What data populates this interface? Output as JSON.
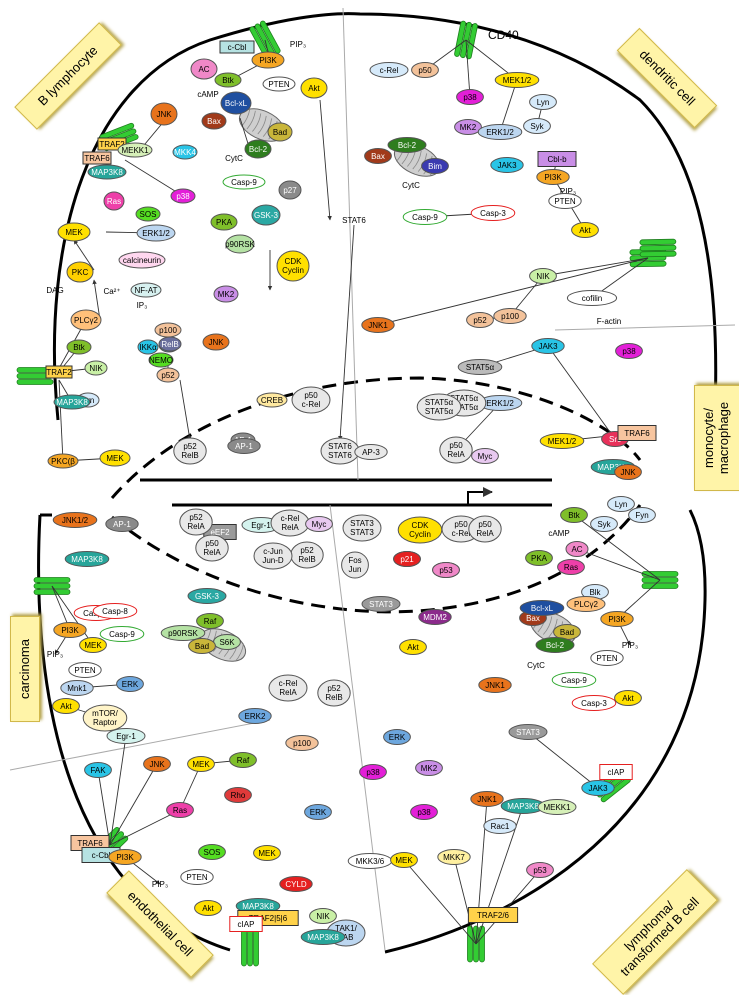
{
  "receptor_label": "CD40",
  "cell_types": {
    "b_lymphocyte": "B lymphocyte",
    "dendritic": "dendritic cell",
    "monocyte": "monocyte/\nmacrophage",
    "carcinoma": "carcinoma",
    "endothelial": "endothelial cell",
    "lymphoma": "lymphoma/\ntransformed B cell"
  },
  "colors": {
    "membrane": "#000000",
    "receptor": "#33cc33",
    "label_bg": "#fff4a8",
    "arrow": "#333333",
    "ref": "#2a3fb3"
  },
  "nodes": [
    {
      "id": "cCbl_B",
      "text": "c-Cbl",
      "shape": "rect",
      "fill": "#b6e2e2",
      "stroke": "#333"
    },
    {
      "id": "AC_B",
      "text": "AC",
      "fill": "#f088c8"
    },
    {
      "id": "PI3K_B",
      "text": "PI3K",
      "fill": "#f5a623"
    },
    {
      "id": "PIP3_B",
      "text": "PIP₃",
      "fill": "none",
      "stroke": "none"
    },
    {
      "id": "cAMP_B",
      "text": "cAMP",
      "fill": "none",
      "stroke": "none"
    },
    {
      "id": "Btk_B",
      "text": "Btk",
      "fill": "#7fbf2a"
    },
    {
      "id": "PTEN_B",
      "text": "PTEN",
      "fill": "#ffffff"
    },
    {
      "id": "Akt_B",
      "text": "Akt",
      "fill": "#ffe000"
    },
    {
      "id": "JNK_B",
      "text": "JNK",
      "fill": "#e8731c"
    },
    {
      "id": "BclxL_B",
      "text": "Bcl-xL",
      "fill": "#1f4fa0",
      "font": "#fff"
    },
    {
      "id": "Bax_B",
      "text": "Bax",
      "fill": "#a13a1a",
      "font": "#fff"
    },
    {
      "id": "Bad_B",
      "text": "Bad",
      "fill": "#c9b63a"
    },
    {
      "id": "Bcl2_B",
      "text": "Bcl-2",
      "fill": "#2e7d1e",
      "font": "#fff"
    },
    {
      "id": "TRAF2_B",
      "text": "TRAF2",
      "shape": "rect",
      "fill": "#ffd24a"
    },
    {
      "id": "TRAF6_B",
      "text": "TRAF6",
      "shape": "rect",
      "fill": "#f7c59f"
    },
    {
      "id": "MAP3K8_B",
      "text": "MAP3K8",
      "fill": "#27a59a"
    },
    {
      "id": "MEKK1_B",
      "text": "MEKK1",
      "fill": "#d6f0b8"
    },
    {
      "id": "MKK4_B",
      "text": "MKK4",
      "fill": "#29c4e6",
      "font": "#fff"
    },
    {
      "id": "CytC_B",
      "text": "CytC",
      "fill": "none",
      "stroke": "none"
    },
    {
      "id": "Casp9_B",
      "text": "Casp-9",
      "fill": "#ffffff",
      "stroke": "#33aa33"
    },
    {
      "id": "p38_B",
      "text": "p38",
      "fill": "#e31fd8",
      "font": "#fff"
    },
    {
      "id": "Ras_B",
      "text": "Ras",
      "fill": "#ee3fa9",
      "font": "#fff"
    },
    {
      "id": "SOS_B",
      "text": "SOS",
      "fill": "#55dd22"
    },
    {
      "id": "PKA_B",
      "text": "PKA",
      "fill": "#7fbf2a"
    },
    {
      "id": "GSK3_B",
      "text": "GSK-3",
      "fill": "#2aa8a3"
    },
    {
      "id": "p27_B",
      "text": "p27",
      "fill": "#8a8a8a",
      "font": "#fff"
    },
    {
      "id": "STAT6_B",
      "text": "STAT6",
      "fill": "none",
      "stroke": "none"
    },
    {
      "id": "MEK_B",
      "text": "MEK",
      "fill": "#ffe000"
    },
    {
      "id": "ERK12_B",
      "text": "ERK1/2",
      "fill": "#bcd6f0"
    },
    {
      "id": "p90_B",
      "text": "p90RSK",
      "fill": "#b5e2a4"
    },
    {
      "id": "CDK_B",
      "text": "CDK\nCyclin",
      "fill": "#ffe000"
    },
    {
      "id": "PKC_B",
      "text": "PKC",
      "fill": "#ffd000"
    },
    {
      "id": "calcineurin_B",
      "text": "calcineurin",
      "fill": "#ffd7ef"
    },
    {
      "id": "NFAT_B",
      "text": "NF-AT",
      "fill": "#d7f1f0"
    },
    {
      "id": "Ca_B",
      "text": "Ca²⁺",
      "fill": "none",
      "stroke": "none"
    },
    {
      "id": "DAG_B",
      "text": "DAG",
      "fill": "none",
      "stroke": "none"
    },
    {
      "id": "IP3_B",
      "text": "IP₃",
      "fill": "none",
      "stroke": "none"
    },
    {
      "id": "PLCg2_B",
      "text": "PLCγ2",
      "fill": "#ffc07a"
    },
    {
      "id": "MK2_B",
      "text": "MK2",
      "fill": "#c98ee6"
    },
    {
      "id": "IKKa_B",
      "text": "IKKα",
      "fill": "#29c4e6"
    },
    {
      "id": "IKKb_B",
      "text": "IKKβ",
      "fill": "#29c4e6"
    },
    {
      "id": "NEMO_B",
      "text": "NEMO",
      "fill": "#55dd22"
    },
    {
      "id": "JNK2_B",
      "text": "JNK",
      "fill": "#e8731c"
    },
    {
      "id": "Btk2_B",
      "text": "Btk",
      "fill": "#7fbf2a"
    },
    {
      "id": "NIK_B",
      "text": "NIK",
      "fill": "#c9f0a6"
    },
    {
      "id": "Lyn_B",
      "text": "Lyn",
      "fill": "#d6eafa"
    },
    {
      "id": "p100_B",
      "text": "p100",
      "fill": "#f3c29a"
    },
    {
      "id": "RelB_B",
      "text": "RelB",
      "fill": "#6a6f9c",
      "font": "#fff"
    },
    {
      "id": "p52_B",
      "text": "p52",
      "fill": "#f3c29a"
    },
    {
      "id": "CREB_B",
      "text": "CREB",
      "fill": "#ffe9a0"
    },
    {
      "id": "AP1_B",
      "text": "AP-1",
      "fill": "#8a8a8a",
      "font": "#fff"
    },
    {
      "id": "MAP3K8b_B",
      "text": "MAP3K8",
      "fill": "#27a59a"
    },
    {
      "id": "PKCb_B",
      "text": "PKC(β",
      "fill": "#f5a623"
    },
    {
      "id": "MEK2_B",
      "text": "MEK",
      "fill": "#ffe000"
    },
    {
      "id": "TRAF2b_B",
      "text": "TRAF2",
      "shape": "rect",
      "fill": "#ffd24a"
    }
  ],
  "dendritic_nodes": [
    {
      "id": "cRel_D",
      "text": "c-Rel"
    },
    {
      "id": "p50_D",
      "text": "p50"
    },
    {
      "id": "MEK12_D",
      "text": "MEK1/2"
    },
    {
      "id": "p38_D",
      "text": "p38"
    },
    {
      "id": "Lyn_D",
      "text": "Lyn"
    },
    {
      "id": "MK2_D",
      "text": "MK2"
    },
    {
      "id": "ERK12_D",
      "text": "ERK1/2"
    },
    {
      "id": "Syk_D",
      "text": "Syk"
    },
    {
      "id": "Bcl2_D",
      "text": "Bcl-2"
    },
    {
      "id": "Bax_D",
      "text": "Bax"
    },
    {
      "id": "Bim_D",
      "text": "Bim"
    },
    {
      "id": "JAK3_D",
      "text": "JAK3"
    },
    {
      "id": "Cblb_D",
      "text": "Cbl-b"
    },
    {
      "id": "PI3K_D",
      "text": "PI3K"
    },
    {
      "id": "PIP3_D",
      "text": "PIP₃"
    },
    {
      "id": "CytC_D",
      "text": "CytC"
    },
    {
      "id": "PTEN_D",
      "text": "PTEN"
    },
    {
      "id": "Casp9_D",
      "text": "Casp-9"
    },
    {
      "id": "Casp3_D",
      "text": "Casp-3"
    },
    {
      "id": "Akt_D",
      "text": "Akt"
    },
    {
      "id": "NIK_D",
      "text": "NIK"
    },
    {
      "id": "cofilin_D",
      "text": "cofilin"
    },
    {
      "id": "Factin_D",
      "text": "F-actin"
    },
    {
      "id": "JNK1_D",
      "text": "JNK1"
    },
    {
      "id": "p100_D",
      "text": "p100"
    },
    {
      "id": "p52_D",
      "text": "p52"
    }
  ],
  "monocyte_nodes": [
    {
      "id": "JAK3_M",
      "text": "JAK3"
    },
    {
      "id": "p38_M",
      "text": "p38"
    },
    {
      "id": "STAT5a_M",
      "text": "STAT5α"
    },
    {
      "id": "ERK12_M",
      "text": "ERK1/2"
    },
    {
      "id": "MEK12_M",
      "text": "MEK1/2"
    },
    {
      "id": "Src_M",
      "text": "Src"
    },
    {
      "id": "TRAF6_M",
      "text": "TRAF6"
    },
    {
      "id": "MAP3K8_M",
      "text": "MAP3K8"
    },
    {
      "id": "JNK_M",
      "text": "JNK"
    },
    {
      "id": "Myc_M",
      "text": "Myc"
    },
    {
      "id": "STAT5a2_M",
      "text": "STAT5α\nSTAT5α"
    }
  ],
  "nucleus_top": [
    {
      "id": "p52RelB_n",
      "text": "p52\nRelB"
    },
    {
      "id": "AP1_n",
      "text": "AP-1"
    },
    {
      "id": "STAT6_n",
      "text": "STAT6\nSTAT6"
    },
    {
      "id": "p50RelA_n",
      "text": "p50\nRelA"
    },
    {
      "id": "AP3_n",
      "text": "AP-3"
    },
    {
      "id": "STAT5_n",
      "text": "STAT5α\nSTAT5α"
    },
    {
      "id": "p50cRel_n",
      "text": "p50\nc-Rel"
    }
  ],
  "carcinoma_nodes": [
    {
      "id": "JNK12_C",
      "text": "JNK1/2"
    },
    {
      "id": "AP1_C",
      "text": "AP-1"
    },
    {
      "id": "MAP3K8_C",
      "text": "MAP3K8"
    },
    {
      "id": "Casp3_C",
      "text": "Casp-3"
    },
    {
      "id": "Casp8_C",
      "text": "Casp-8"
    },
    {
      "id": "Casp9_C",
      "text": "Casp-9"
    },
    {
      "id": "PI3K_C",
      "text": "PI3K"
    },
    {
      "id": "MEK_C",
      "text": "MEK"
    },
    {
      "id": "PIP3_C",
      "text": "PIP₃"
    },
    {
      "id": "PTEN_C",
      "text": "PTEN"
    },
    {
      "id": "Mnk1_C",
      "text": "Mnk1"
    },
    {
      "id": "ERK_C",
      "text": "ERK"
    },
    {
      "id": "Akt_C",
      "text": "Akt"
    },
    {
      "id": "mTOR_C",
      "text": "mTOR/\nRaptor"
    },
    {
      "id": "GSK3_C",
      "text": "GSK-3"
    },
    {
      "id": "Raf_C",
      "text": "Raf"
    },
    {
      "id": "S6K_C",
      "text": "S6K"
    },
    {
      "id": "Bad_C",
      "text": "Bad"
    },
    {
      "id": "p90_C",
      "text": "p90RSK"
    },
    {
      "id": "eEF2_C",
      "text": "eEF2"
    }
  ],
  "endothelial_nodes": [
    {
      "id": "Egr1_E",
      "text": "Egr-1"
    },
    {
      "id": "FAK_E",
      "text": "FAK"
    },
    {
      "id": "JNK_E",
      "text": "JNK"
    },
    {
      "id": "MEK_E",
      "text": "MEK"
    },
    {
      "id": "Raf_E",
      "text": "Raf"
    },
    {
      "id": "Ras_E",
      "text": "Ras"
    },
    {
      "id": "Rho_E",
      "text": "Rho"
    },
    {
      "id": "SOS_E",
      "text": "SOS"
    },
    {
      "id": "TRAF6_E",
      "text": "TRAF6"
    },
    {
      "id": "cCbl_E",
      "text": "c-Cbl"
    },
    {
      "id": "PI3K_E",
      "text": "PI3K"
    },
    {
      "id": "PIP3_E",
      "text": "PIP₃"
    },
    {
      "id": "PTEN_E",
      "text": "PTEN"
    },
    {
      "id": "Akt_E",
      "text": "Akt"
    },
    {
      "id": "ERK2_E",
      "text": "ERK2"
    },
    {
      "id": "cRelRelA_E",
      "text": "c-Rel\nRelA"
    },
    {
      "id": "p100_E",
      "text": "p100"
    },
    {
      "id": "p52RelB_E",
      "text": "p52\nRelB"
    },
    {
      "id": "ERK_E",
      "text": "ERK"
    },
    {
      "id": "MEK2_E",
      "text": "MEK"
    },
    {
      "id": "CYLD_E",
      "text": "CYLD"
    },
    {
      "id": "MAP3K8_E",
      "text": "MAP3K8"
    },
    {
      "id": "TRAF256_E",
      "text": "TRAF2|5|6"
    },
    {
      "id": "cIAP_E",
      "text": "cIAP"
    },
    {
      "id": "NIK_E",
      "text": "NIK"
    },
    {
      "id": "TAK1_E",
      "text": "TAK1/\nTAB"
    },
    {
      "id": "MKK36_E",
      "text": "MKK3/6"
    },
    {
      "id": "p38_E",
      "text": "p38"
    },
    {
      "id": "MAP3K8b_E",
      "text": "MAP3K8"
    }
  ],
  "lymphoma_nodes": [
    {
      "id": "Lyn_L",
      "text": "Lyn"
    },
    {
      "id": "Fyn_L",
      "text": "Fyn"
    },
    {
      "id": "Btk_L",
      "text": "Btk"
    },
    {
      "id": "Syk_L",
      "text": "Syk"
    },
    {
      "id": "cAMP_L",
      "text": "cAMP"
    },
    {
      "id": "AC_L",
      "text": "AC"
    },
    {
      "id": "PKA_L",
      "text": "PKA"
    },
    {
      "id": "Ras_L",
      "text": "Ras"
    },
    {
      "id": "Blk_L",
      "text": "Blk"
    },
    {
      "id": "PLCg2_L",
      "text": "PLCγ2"
    },
    {
      "id": "PI3K_L",
      "text": "PI3K"
    },
    {
      "id": "PIP3_L",
      "text": "PIP₃"
    },
    {
      "id": "PTEN_L",
      "text": "PTEN"
    },
    {
      "id": "Casp9_L",
      "text": "Casp-9"
    },
    {
      "id": "Casp3_L",
      "text": "Casp-3"
    },
    {
      "id": "Akt_L",
      "text": "Akt"
    },
    {
      "id": "cIAP_L",
      "text": "cIAP"
    },
    {
      "id": "STAT3_L",
      "text": "STAT3"
    },
    {
      "id": "JAK3_L",
      "text": "JAK3"
    },
    {
      "id": "JNK1_L",
      "text": "JNK1"
    },
    {
      "id": "Bax_L",
      "text": "Bax"
    },
    {
      "id": "Bad_L",
      "text": "Bad"
    },
    {
      "id": "Bcl2_L",
      "text": "Bcl-2"
    },
    {
      "id": "BclxL_L",
      "text": "Bcl-xL"
    },
    {
      "id": "CytC_L",
      "text": "CytC"
    },
    {
      "id": "p21_L",
      "text": "p21"
    },
    {
      "id": "p53_L",
      "text": "p53"
    },
    {
      "id": "MDM2_L",
      "text": "MDM2"
    },
    {
      "id": "Akt2_L",
      "text": "Akt"
    },
    {
      "id": "ERK_L",
      "text": "ERK"
    },
    {
      "id": "MK2_L",
      "text": "MK2"
    },
    {
      "id": "p38_L",
      "text": "p38"
    },
    {
      "id": "JNK1b_L",
      "text": "JNK1"
    },
    {
      "id": "MAP3K8_L",
      "text": "MAP3K8"
    },
    {
      "id": "MEKK1_L",
      "text": "MEKK1"
    },
    {
      "id": "Rac1_L",
      "text": "Rac1"
    },
    {
      "id": "MKK7_L",
      "text": "MKK7"
    },
    {
      "id": "MEK_L",
      "text": "MEK"
    },
    {
      "id": "p53b_L",
      "text": "p53"
    },
    {
      "id": "TRAF26_L",
      "text": "TRAF2/6"
    }
  ],
  "nucleus_bottom": [
    {
      "id": "p52RelA_c",
      "text": "p52\nRelA"
    },
    {
      "id": "p50RelA_c",
      "text": "p50\nRelA"
    },
    {
      "id": "Egr1_c",
      "text": "Egr-1"
    },
    {
      "id": "cRelRelA_c",
      "text": "c-Rel\nRelA"
    },
    {
      "id": "Myc_c",
      "text": "Myc"
    },
    {
      "id": "p52RelB_c",
      "text": "p52\nRelB"
    },
    {
      "id": "cJun_c",
      "text": "c-Jun\nJun-D"
    },
    {
      "id": "STAT3_c",
      "text": "STAT3\nSTAT3"
    },
    {
      "id": "FosJun_c",
      "text": "Fos\nJun"
    },
    {
      "id": "CDK_c",
      "text": "CDK\nCyclin"
    },
    {
      "id": "p50cRel_c",
      "text": "p50\nc-Rel"
    },
    {
      "id": "p50RelA2_c",
      "text": "p50\nRelA"
    },
    {
      "id": "p21_c",
      "text": "p21"
    },
    {
      "id": "p53_c",
      "text": "p53"
    },
    {
      "id": "STAT3b_c",
      "text": "STAT3"
    }
  ]
}
